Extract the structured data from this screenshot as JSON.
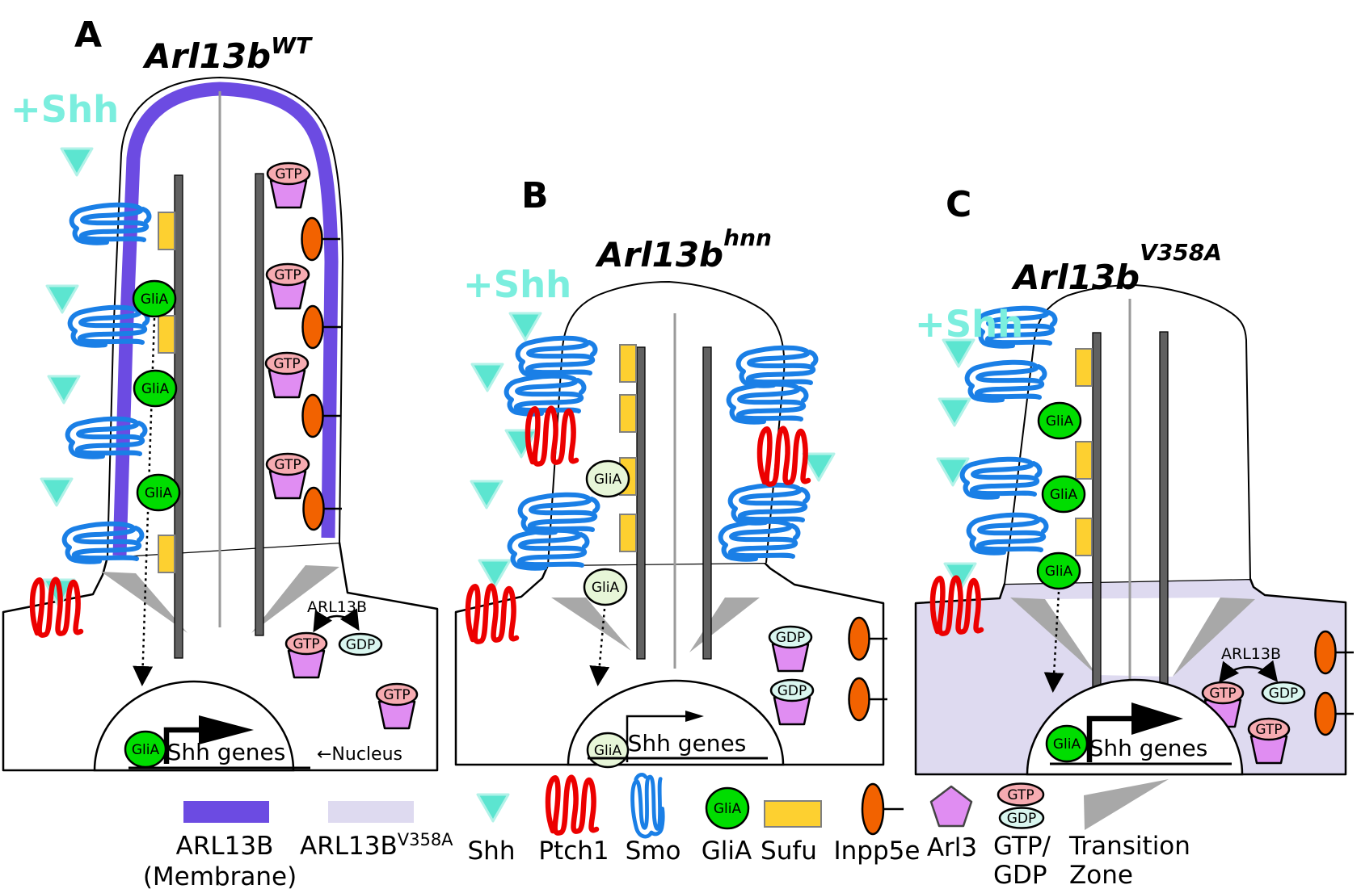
{
  "figure_type": "shh-signaling-cilium-diagram",
  "labels": {
    "plus_shh": "+Shh",
    "glia": "GliA",
    "gtp": "GTP",
    "gdp": "GDP",
    "arl13b": "ARL13B",
    "shh_genes": "Shh genes",
    "nucleus_pointer": "←Nucleus"
  },
  "panels": [
    {
      "letter": "A",
      "title_base": "Arl13b",
      "title_sup": "WT"
    },
    {
      "letter": "B",
      "title_base": "Arl13b",
      "title_sup": "hnn"
    },
    {
      "letter": "C",
      "title_base": "Arl13b",
      "title_sup": "V358A"
    }
  ],
  "legend": {
    "arl13b_membrane": {
      "label_line1": "ARL13B",
      "label_line2": "(Membrane)",
      "color": "#6c4be2"
    },
    "arl13b_v358a": {
      "label_base": "ARL13B",
      "label_sup": "V358A",
      "color": "#dedaf0"
    },
    "shh": {
      "label": "Shh",
      "color": "#5ce5d0"
    },
    "ptch1": {
      "label": "Ptch1",
      "color": "#ec0000"
    },
    "smo": {
      "label": "Smo",
      "color": "#1a7fe6"
    },
    "glia": {
      "label": "GliA",
      "color": "#00dd00"
    },
    "sufu": {
      "label": "Sufu",
      "color": "#fdd030"
    },
    "inpp5e": {
      "label": "Inpp5e",
      "color": "#f26200"
    },
    "arl3": {
      "label": "Arl3",
      "color": "#e08df2"
    },
    "gtp_gdp": {
      "label_line1": "GTP/",
      "label_line2": "GDP",
      "gtp_color": "#f6abb1",
      "gdp_color": "#d9f6ef"
    },
    "transition_zone": {
      "label_line1": "Transition",
      "label_line2": "Zone",
      "color": "#a8a8a8"
    }
  },
  "colors": {
    "membrane_purple": "#6c4be2",
    "v358a_lavender": "#dedaf0",
    "shh_teal": "#5ce5d0",
    "shh_text": "#7beede",
    "smo_blue": "#1a7fe6",
    "ptch1_red": "#ec0000",
    "glia_green": "#00dd00",
    "glia_pale": "#e7f6d8",
    "sufu_yellow": "#fdd030",
    "inpp5e_orange": "#f26200",
    "arl3_violet": "#e08df2",
    "gtp_pink": "#f6abb1",
    "gdp_cyan": "#d9f6ef",
    "transition_gray": "#a8a8a8"
  }
}
